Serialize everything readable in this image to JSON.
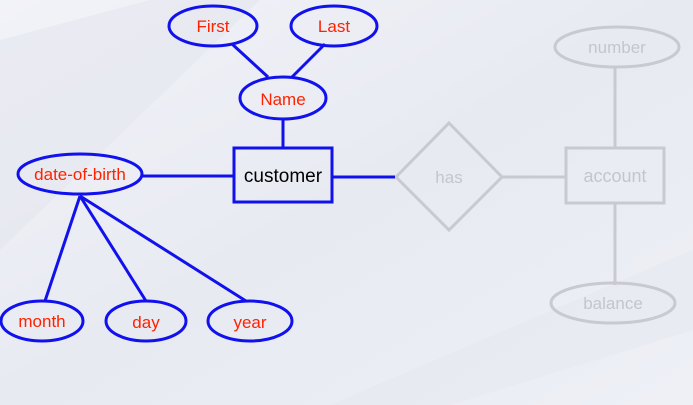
{
  "colors": {
    "background": "#eef0f6",
    "primary_stroke": "#1111ee",
    "attribute_text": "#ff2200",
    "faded_stroke": "#c8cad0",
    "faded_text": "#c4c6cc"
  },
  "diagram": {
    "customer": {
      "entity": "customer",
      "attributes": {
        "name": "Name",
        "first": "First",
        "last": "Last",
        "dob": "date-of-birth",
        "month": "month",
        "day": "day",
        "year": "year"
      }
    },
    "relationship": "has",
    "account": {
      "entity": "account",
      "attributes": {
        "number": "number",
        "balance": "balance"
      }
    }
  }
}
